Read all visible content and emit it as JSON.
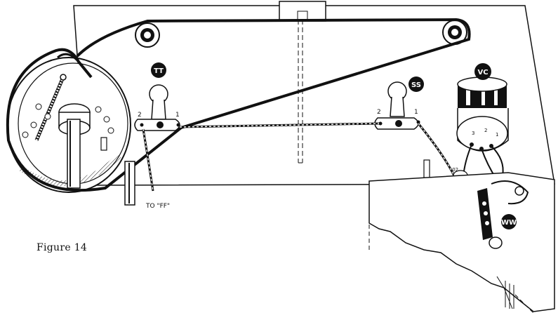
{
  "figure": {
    "caption": "Figure 14",
    "labels": {
      "tt": "TT",
      "ss": "SS",
      "vc": "VC",
      "ww": "WW",
      "to_ff": "TO \"FF\"",
      "tt_term_left": "2",
      "tt_term_right": "1",
      "ss_term_left": "2",
      "ss_term_right": "1",
      "vc_term_3": "3",
      "vc_term_2": "2",
      "vc_term_1": "1",
      "cap_02": ".02"
    }
  }
}
